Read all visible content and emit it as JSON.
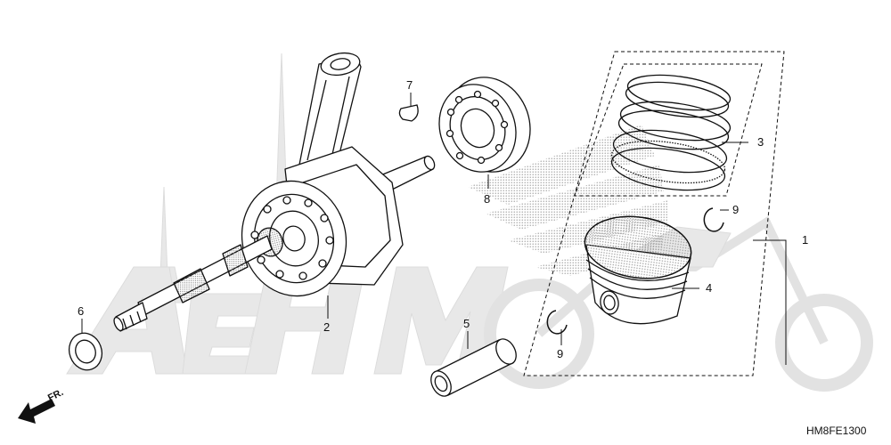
{
  "callouts": {
    "c1": "1",
    "c2": "2",
    "c3": "3",
    "c4": "4",
    "c5": "5",
    "c6": "6",
    "c7": "7",
    "c8": "8",
    "c9a": "9",
    "c9b": "9"
  },
  "direction_label": "FR.",
  "diagram_code": "HM8FE1300",
  "watermark_icon": "dealer-logo-watermark",
  "colors": {
    "line": "#111111",
    "watermark": "#e6e6e6",
    "halftone": "#b5b5b5"
  }
}
